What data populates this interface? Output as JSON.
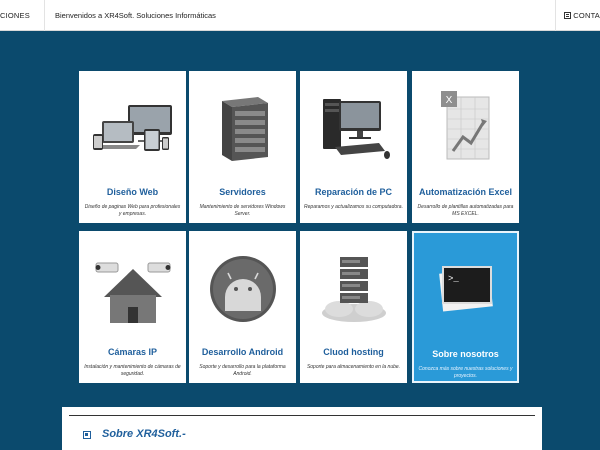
{
  "nav": {
    "left": "CIONES",
    "welcome": "Bienvenidos a XR4Soft. Soluciones Informáticas",
    "right": "CONTA"
  },
  "cards": [
    {
      "title": "Diseño Web",
      "desc": "Diseño de paginas Web para profesionales y empresas.",
      "icon": "web-design-devices-icon"
    },
    {
      "title": "Servidores",
      "desc": "Mantenimiento de servidores Windows Server.",
      "icon": "server-rack-icon"
    },
    {
      "title": "Reparación de PC",
      "desc": "Reparamos y actualizamos su computadora.",
      "icon": "desktop-pc-icon"
    },
    {
      "title": "Automatización Excel",
      "desc": "Desarrollo de plantillas automatizadas para MS EXCEL.",
      "icon": "excel-chart-icon"
    },
    {
      "title": "Cámaras IP",
      "desc": "Instalación y mantenimiento de cámaras de seguridad.",
      "icon": "ip-camera-house-icon"
    },
    {
      "title": "Desarrollo Android",
      "desc": "Soporte y desarrollo para la plataforma Android.",
      "icon": "android-icon"
    },
    {
      "title": "Cluod hosting",
      "desc": "Soporte para almacenamiento en la nube.",
      "icon": "cloud-hosting-icon"
    },
    {
      "title": "Sobre nosotros",
      "desc": "Conozca más sobre nuestras soluciones y proyectos.",
      "icon": "terminal-icon"
    }
  ],
  "about": {
    "title": "Sobre XR4Soft.-"
  },
  "colors": {
    "background": "#0b4a6d",
    "accent": "#2a9ad8",
    "title": "#1f5f9c"
  }
}
